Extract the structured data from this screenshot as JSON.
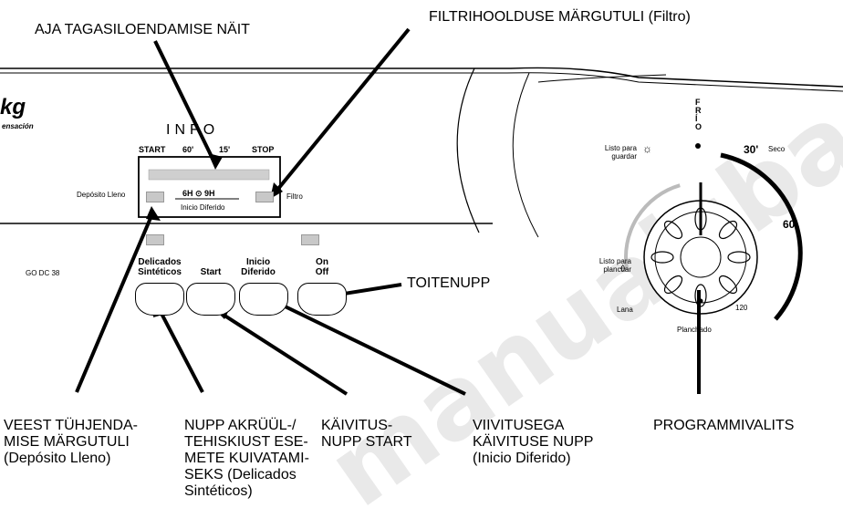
{
  "callouts": {
    "countdown": "AJA TAGASILOENDAMISE NÄIT",
    "filter": "FILTRIHOOLDUSE MÄRGUTULI (Filtro)",
    "power": "TOITENUPP",
    "tank": "VEEST TÜHJENDA-\nMISE MÄRGUTULI\n(Depósito Lleno)",
    "delicate": "NUPP AKRÜÜL-/\nTEHISKIUST ESE-\nMETE KUIVATAMI-\nSEKS (Delicados\nSintéticos)",
    "start": "KÄIVITUS-\nNUPP START",
    "delay": "VIIVITUSEGA\nKÄIVITUSE NUPP\n(Inicio Diferido)",
    "program": "PROGRAMMIVALITS"
  },
  "panel": {
    "brand": "kg",
    "brand_sub": "ensación",
    "info": "INFO",
    "display_top": [
      "START",
      "60'",
      "15'",
      "STOP"
    ],
    "tank_label": "Depósito Lleno",
    "filter_label": "Filtro",
    "hours": "6H  ⊙  9H",
    "delay_label": "Inicio Diferido",
    "model": "GO DC 38"
  },
  "buttons": [
    {
      "line1": "Delicados",
      "line2": "Sintéticos"
    },
    {
      "line1": "",
      "line2": "Start"
    },
    {
      "line1": "Inicio",
      "line2": "Diferido"
    },
    {
      "line1": "On",
      "line2": "Off"
    }
  ],
  "dial": {
    "frio": "FRÍO",
    "n30": "30'",
    "seco": "Seco",
    "n60": "60",
    "n120": "120",
    "listo_guardar": "Listo para guardar",
    "listo_planchar": "Listo para planchar",
    "lana": "Lana",
    "planchado": "Planchado"
  },
  "watermark": "manualsbase"
}
